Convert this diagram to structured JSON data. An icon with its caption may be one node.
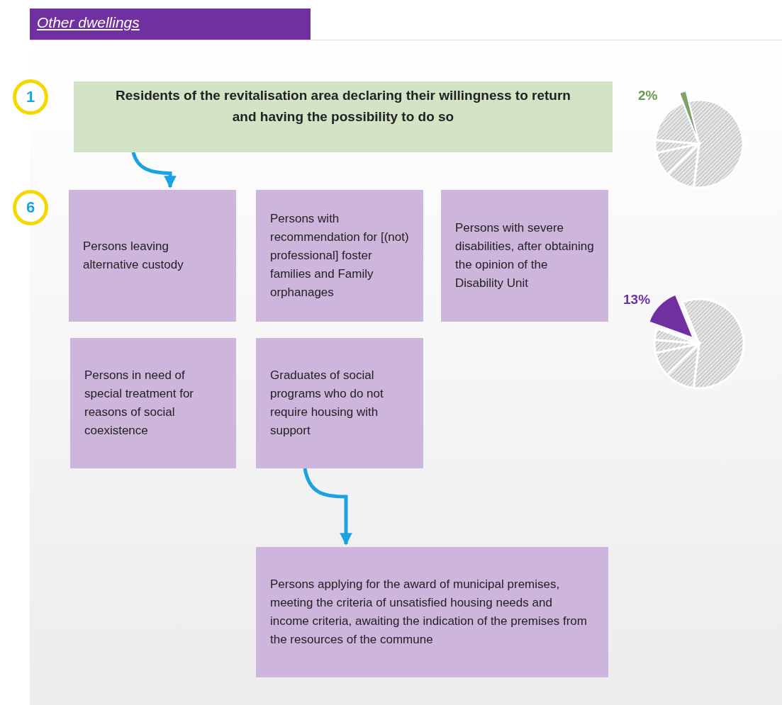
{
  "diagram": {
    "title": "Other dwellings",
    "nodes": [
      {
        "text": [
          "1"
        ]
      },
      {
        "text": [
          "Residents of the revitalisation area declaring their willingness to return and having the possibility to do so"
        ]
      },
      {
        "text": [
          "6"
        ]
      },
      {
        "text": [
          "Persons leaving alternative custody"
        ]
      },
      {
        "text": [
          "Persons with recommendation for [(not) professional] foster families and Family orphanages"
        ]
      },
      {
        "text": [
          "Persons with severe disabilities, after obtaining the opinion of the Disability Unit"
        ]
      },
      {
        "text": [
          "Persons in need of special treatment for reasons of social coexistence"
        ]
      },
      {
        "text": [
          "Graduates of social programs who do not require housing with support"
        ]
      },
      {
        "text": [
          "Persons applying for the award of municipal premises, meeting the criteria of unsatisfied housing needs and income criteria, awaiting the indication of the premises from the resources of the commune"
        ]
      }
    ],
    "edges": [
      {
        "from": 1,
        "to": 3,
        "arrow": "to"
      },
      {
        "from": 7,
        "to": 8,
        "arrow": "to"
      }
    ],
    "labels": [
      "2%",
      "13%"
    ]
  }
}
